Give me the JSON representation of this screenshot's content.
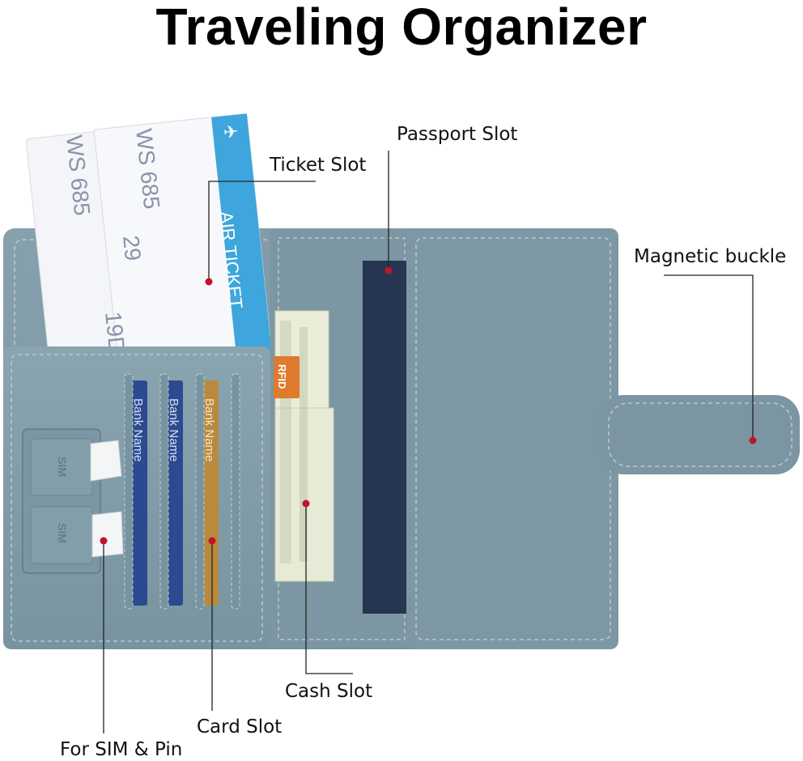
{
  "title": "Traveling Organizer",
  "callouts": {
    "ticket": "Ticket Slot",
    "passport": "Passport Slot",
    "magnetic": "Magnetic buckle",
    "cash": "Cash Slot",
    "card": "Card Slot",
    "sim": "For SIM & Pin"
  },
  "ticket_text": {
    "flight": "WS 685",
    "gate": "29",
    "seat": "19D",
    "brand": "AIR TICKET"
  },
  "labels": {
    "sim": "SIM",
    "rfid": "RFID",
    "bank": "Bank Name"
  },
  "colors": {
    "leather": "#7f9aa6",
    "leather_dark": "#6c8793",
    "passport": "#263552",
    "marker": "#c0142a",
    "card_blue": "#2c4a8f",
    "card_gold": "#b98a3e",
    "ticket_blue": "#3ea6dc"
  }
}
